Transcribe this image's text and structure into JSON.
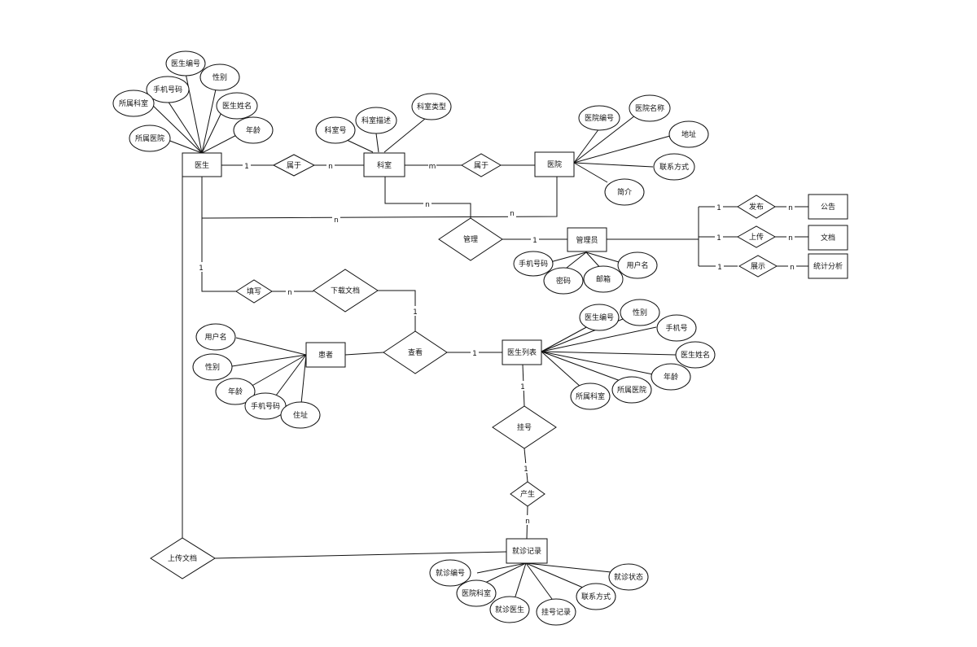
{
  "entities": {
    "doctor": "医生",
    "department": "科室",
    "hospital": "医院",
    "admin": "管理员",
    "patient": "患者",
    "doctor_list": "医生列表",
    "visit_record": "就诊记录",
    "notice": "公告",
    "document": "文档",
    "stats": "统计分析"
  },
  "relationships": {
    "belongs_dept": "属于",
    "belongs_hosp": "属于",
    "manage": "管理",
    "fill": "填写",
    "download_doc": "下载文档",
    "view": "查看",
    "register": "挂号",
    "produce": "产生",
    "upload_doc": "上传文档",
    "publish": "发布",
    "upload": "上传",
    "show": "展示"
  },
  "attributes": {
    "doctor": [
      "医生编号",
      "性别",
      "手机号码",
      "所属科室",
      "医生姓名",
      "年龄",
      "所属医院"
    ],
    "department": [
      "科室号",
      "科室描述",
      "科室类型"
    ],
    "hospital": [
      "医院编号",
      "医院名称",
      "地址",
      "联系方式",
      "简介"
    ],
    "admin": [
      "手机号码",
      "用户名",
      "密码",
      "邮箱"
    ],
    "patient": [
      "用户名",
      "性别",
      "年龄",
      "手机号码",
      "住址"
    ],
    "doctor_list": [
      "医生编号",
      "性别",
      "手机号",
      "医生姓名",
      "年龄",
      "所属科室",
      "所属医院"
    ],
    "visit_record": [
      "就诊编号",
      "就诊状态",
      "医院科室",
      "联系方式",
      "就诊医生",
      "挂号记录"
    ]
  },
  "cardinality": {
    "one": "1",
    "n": "n",
    "m": "m"
  }
}
